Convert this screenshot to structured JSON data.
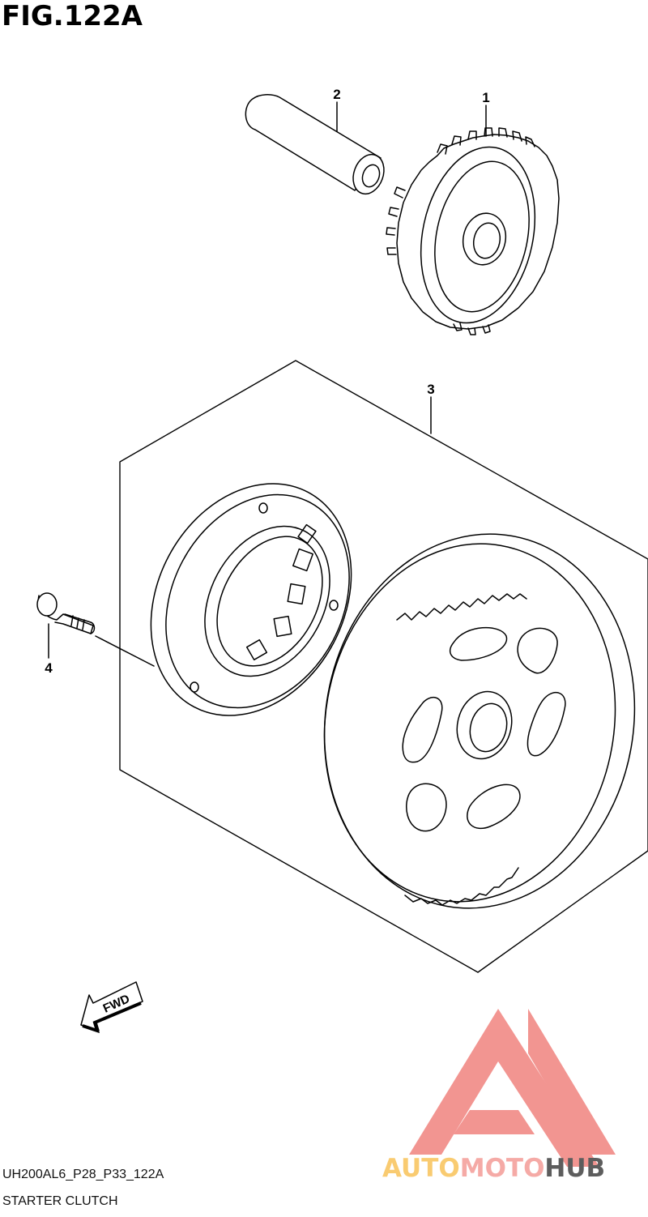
{
  "figure": {
    "title": "FIG.122A"
  },
  "callouts": [
    {
      "number": "1",
      "part": "gear"
    },
    {
      "number": "2",
      "part": "shaft"
    },
    {
      "number": "3",
      "part": "starter-clutch-assembly"
    },
    {
      "number": "4",
      "part": "bolt"
    }
  ],
  "fwd_label": "FWD",
  "footer": {
    "code": "UH200AL6_P28_P33_122A",
    "caption": "STARTER CLUTCH"
  },
  "watermark": {
    "part1": "AUTO",
    "part2": "MOTO",
    "part3": "HUB",
    "colors": {
      "logo": "#f2908c",
      "auto": "#f9c96a",
      "moto": "#f5a6a2",
      "hub": "#555555"
    }
  }
}
